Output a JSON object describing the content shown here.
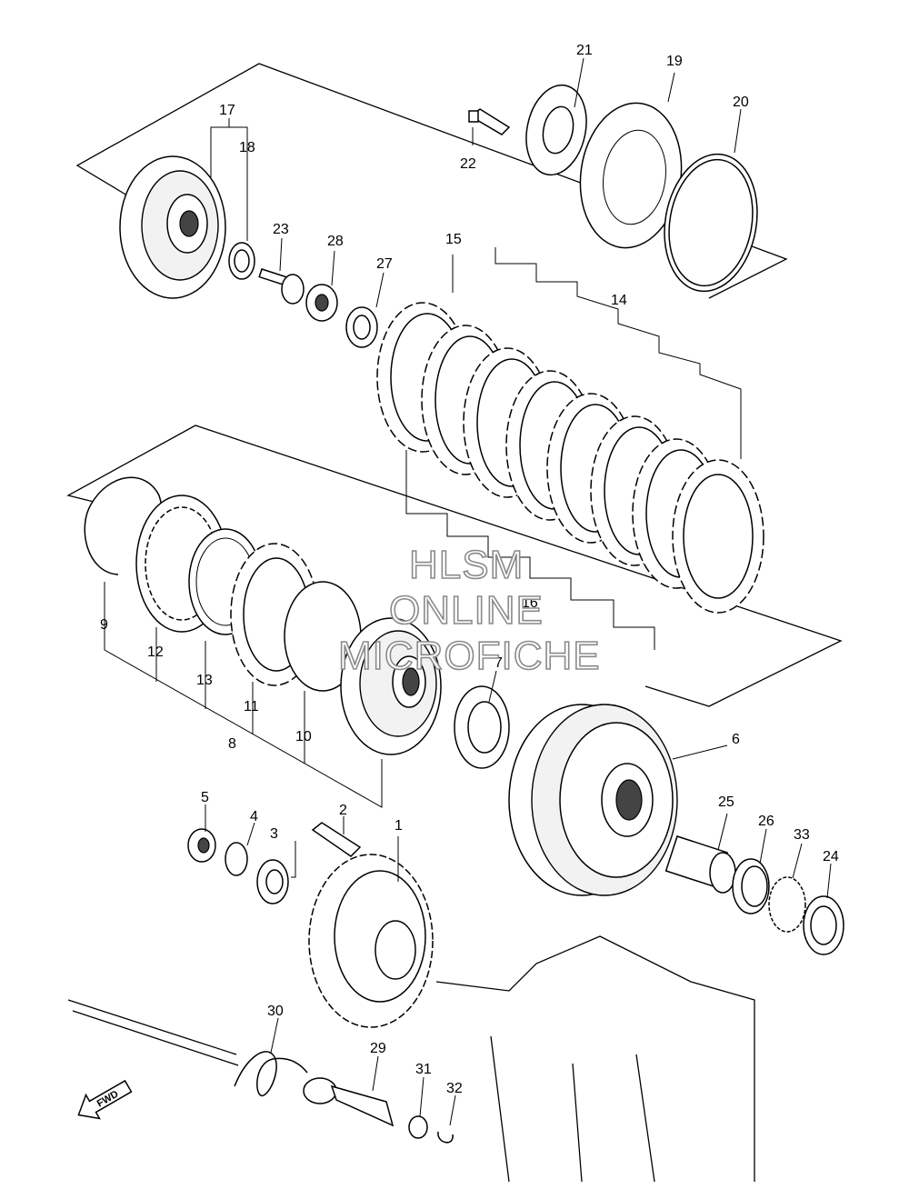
{
  "watermark": {
    "line1": "HLSM",
    "line2": "ONLINE",
    "line3": "MICROFICHE"
  },
  "fwd_label": "FWD",
  "callouts": {
    "c1": "1",
    "c2": "2",
    "c3": "3",
    "c4": "4",
    "c5": "5",
    "c6": "6",
    "c7": "7",
    "c8": "8",
    "c9": "9",
    "c10": "10",
    "c11": "11",
    "c12": "12",
    "c13": "13",
    "c14": "14",
    "c15": "15",
    "c16": "16",
    "c17": "17",
    "c18": "18",
    "c19": "19",
    "c20": "20",
    "c21": "21",
    "c22": "22",
    "c23": "23",
    "c24": "24",
    "c25": "25",
    "c26": "26",
    "c27": "27",
    "c28": "28",
    "c29": "29",
    "c30": "30",
    "c31": "31",
    "c32": "32",
    "c33": "33"
  },
  "icons": {
    "fwd_arrow": "arrow-left-down-icon"
  }
}
